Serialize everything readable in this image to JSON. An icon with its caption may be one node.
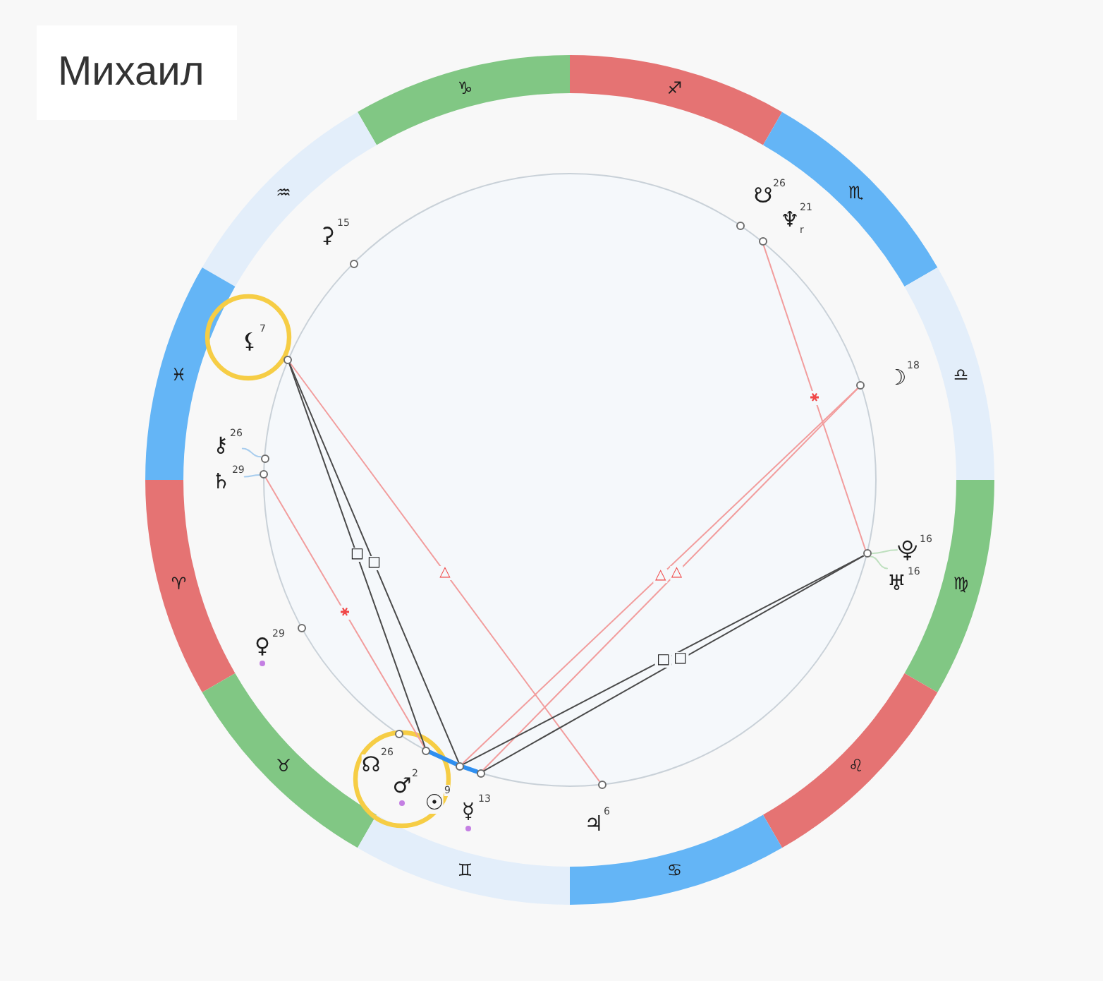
{
  "diagram": {
    "title": "Михаил",
    "nodes": [
      {
        "text": [
          "♑"
        ]
      },
      {
        "text": [
          "♐"
        ]
      },
      {
        "text": [
          "♒"
        ]
      },
      {
        "text": [
          "♏"
        ]
      },
      {
        "text": [
          "♓"
        ]
      },
      {
        "text": [
          "♎"
        ]
      },
      {
        "text": [
          "♈"
        ]
      },
      {
        "text": [
          "♍"
        ]
      },
      {
        "text": [
          "♉"
        ]
      },
      {
        "text": [
          "♌"
        ]
      },
      {
        "text": [
          "♊"
        ]
      },
      {
        "text": [
          "♋"
        ]
      },
      {
        "text": [],
        "shape": "circle",
        "beside": [
          "☋",
          "26"
        ]
      },
      {
        "text": [],
        "shape": "circle",
        "beside": [
          "♆",
          "21",
          "r"
        ]
      },
      {
        "text": [],
        "shape": "circle",
        "beside": [
          "⚳",
          "15"
        ]
      },
      {
        "text": [],
        "shape": "circle",
        "beside": [
          "⚸",
          "7"
        ]
      },
      {
        "text": [],
        "shape": "circle",
        "beside": [
          "☽",
          "18"
        ]
      },
      {
        "text": [
          "⚷",
          "26"
        ]
      },
      {
        "text": [],
        "shape": "circle"
      },
      {
        "text": [
          "♄",
          "29"
        ]
      },
      {
        "text": [],
        "shape": "circle"
      },
      {
        "text": [
          "⯓",
          "16"
        ]
      },
      {
        "text": [],
        "shape": "circle"
      },
      {
        "text": [
          "♅",
          "16"
        ]
      },
      {
        "text": [],
        "shape": "circle",
        "beside": [
          "♀",
          "29"
        ]
      },
      {
        "text": [],
        "shape": "circle",
        "beside": [
          "☊",
          "26"
        ]
      },
      {
        "text": [],
        "shape": "circle",
        "beside": [
          "♂",
          "2"
        ]
      },
      {
        "text": [],
        "shape": "circle",
        "beside": [
          "☉",
          "9"
        ]
      },
      {
        "text": [],
        "shape": "circle",
        "beside": [
          "☿",
          "13"
        ]
      },
      {
        "text": [],
        "shape": "circle",
        "beside": [
          "♃",
          "6"
        ]
      }
    ],
    "edges": [
      {
        "from": 13,
        "to": 22,
        "arrow": "none",
        "label": "⚹"
      },
      {
        "from": 16,
        "to": 27,
        "arrow": "none",
        "label": "△"
      },
      {
        "from": 16,
        "to": 28,
        "arrow": "none",
        "label": "△"
      },
      {
        "from": 15,
        "to": 29,
        "arrow": "none",
        "label": "△"
      },
      {
        "from": 20,
        "to": 26,
        "arrow": "none",
        "label": "⚹"
      },
      {
        "from": 15,
        "to": 26,
        "arrow": "none",
        "label": "□",
        "color": "#4a4a4a"
      },
      {
        "from": 15,
        "to": 27,
        "arrow": "none",
        "label": "□",
        "color": "#4a4a4a"
      },
      {
        "from": 22,
        "to": 27,
        "arrow": "none",
        "label": "□",
        "color": "#4a4a4a"
      },
      {
        "from": 22,
        "to": 28,
        "arrow": "none",
        "label": "□",
        "color": "#4a4a4a"
      },
      {
        "from": 26,
        "to": 27,
        "arrow": "none",
        "style": "thick",
        "color": "#2f8ff0"
      },
      {
        "from": 27,
        "to": 28,
        "arrow": "none",
        "style": "thick",
        "color": "#2f8ff0"
      },
      {
        "from": 17,
        "to": 18,
        "arrow": "none",
        "color": "#a8cdee"
      },
      {
        "from": 19,
        "to": 20,
        "arrow": "none",
        "color": "#a8cdee"
      },
      {
        "from": 21,
        "to": 22,
        "arrow": "none",
        "color": "#bfe0bf"
      },
      {
        "from": 23,
        "to": 22,
        "arrow": "none",
        "color": "#bfe0bf"
      }
    ]
  }
}
